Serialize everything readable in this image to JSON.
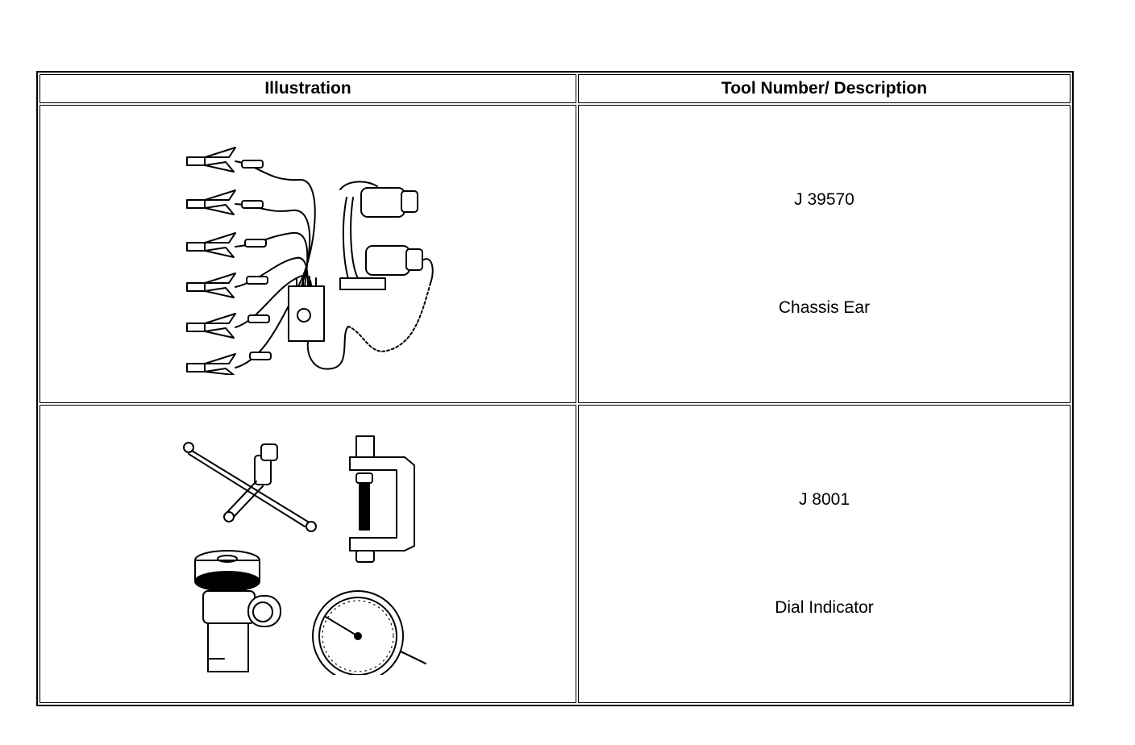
{
  "table": {
    "headers": {
      "illustration": "Illustration",
      "tool": "Tool Number/ Description"
    },
    "rows": [
      {
        "tool_number": "J 39570",
        "description": "Chassis Ear",
        "illustration_icon": "chassis-ear-tool-icon"
      },
      {
        "tool_number": "J 8001",
        "description": "Dial Indicator",
        "illustration_icon": "dial-indicator-tool-icon"
      }
    ]
  }
}
